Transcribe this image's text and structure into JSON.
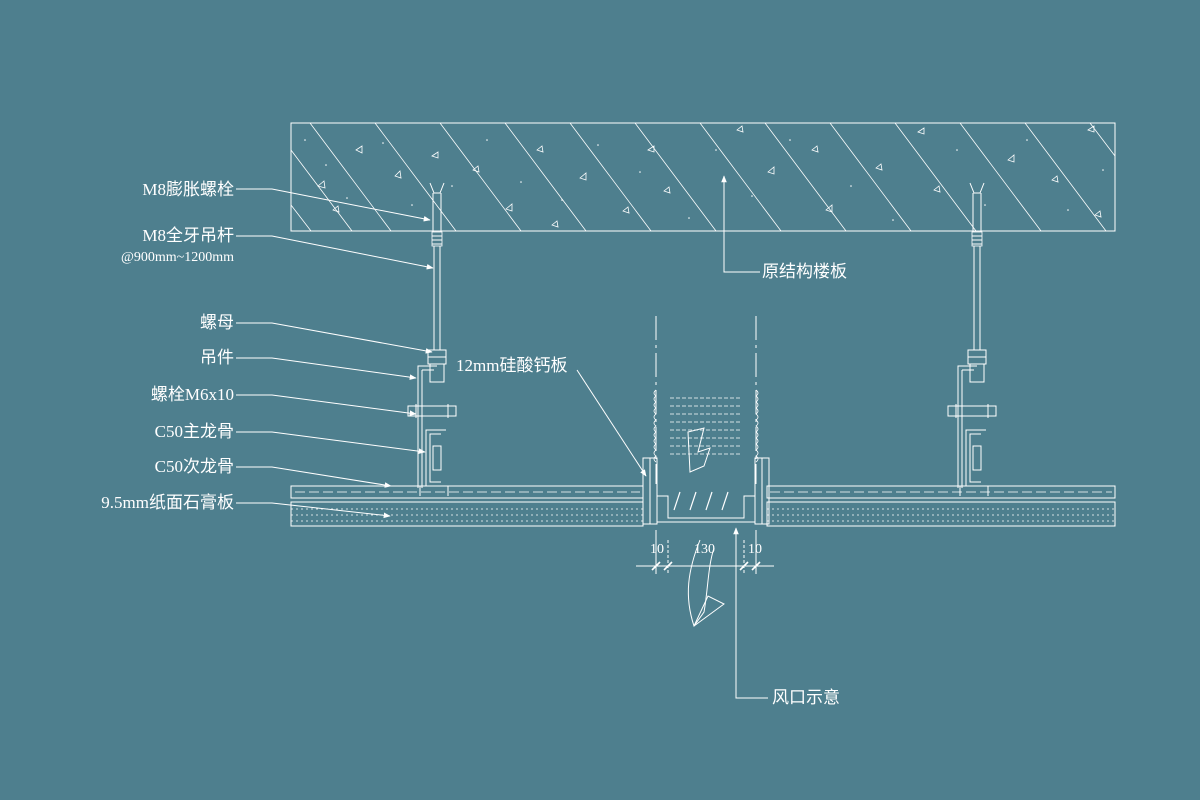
{
  "colors": {
    "background": "#4e7f8e",
    "line": "#ffffff"
  },
  "labels": {
    "expansion_bolt": "M8膨胀螺栓",
    "hanger_rod": "M8全牙吊杆",
    "hanger_spacing": "@900mm~1200mm",
    "nut": "螺母",
    "hanger": "吊件",
    "bolt": "螺栓M6x10",
    "main_keel": "C50主龙骨",
    "secondary_keel": "C50次龙骨",
    "gypsum_board": "9.5mm纸面石膏板",
    "calcium_silicate_board": "12mm硅酸钙板",
    "structural_slab": "原结构楼板",
    "air_vent": "风口示意"
  },
  "dimensions": {
    "left": "10",
    "middle": "130",
    "right": "10"
  }
}
